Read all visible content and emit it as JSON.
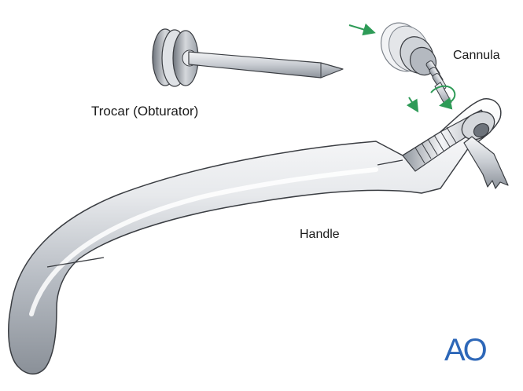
{
  "labels": {
    "trocar": "Trocar (Obturator)",
    "cannula": "Cannula",
    "handle": "Handle"
  },
  "logo": {
    "text": "AO"
  },
  "colors": {
    "metal_light": "#f2f3f5",
    "metal_mid": "#c9cdd3",
    "metal_dark": "#7d838b",
    "outline": "#3a3d42",
    "arrow": "#2e9b57",
    "logo": "#2d67b8"
  },
  "icons": [
    "trocar-icon",
    "cannula-icon",
    "handle-icon",
    "arrow-icon",
    "rotation-arrow-icon"
  ]
}
